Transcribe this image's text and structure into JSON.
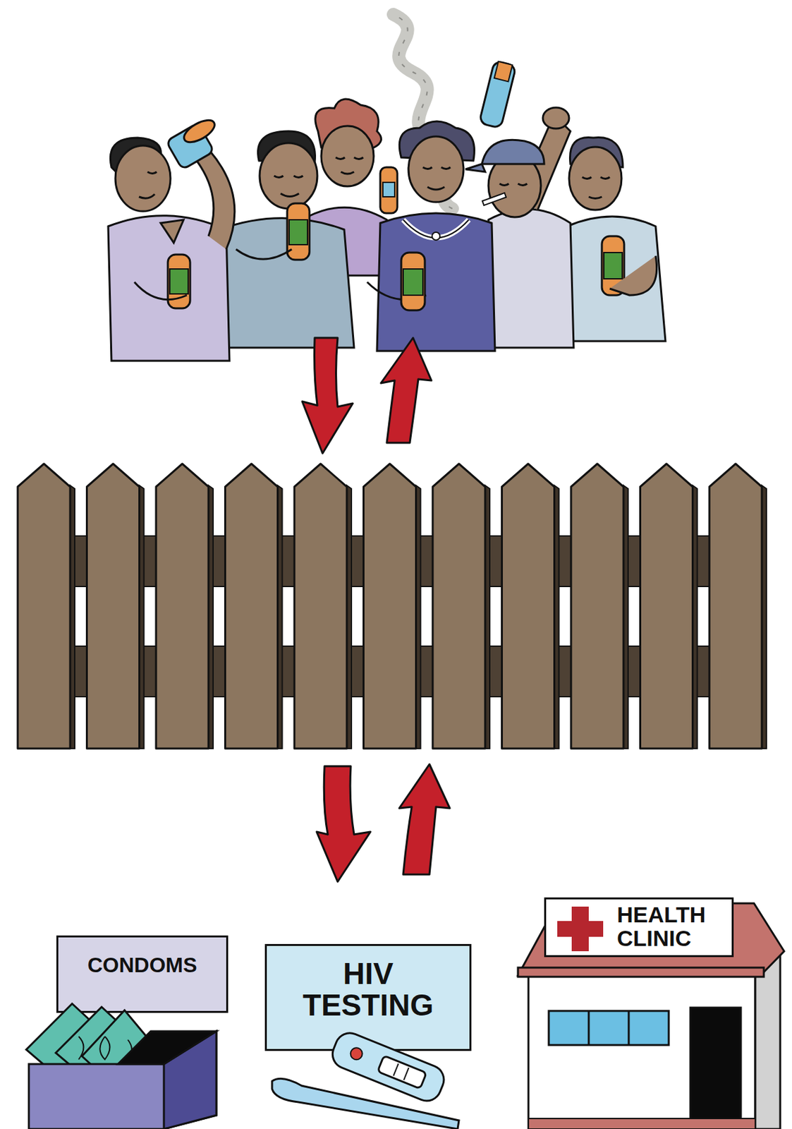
{
  "diagram": {
    "nodes": [
      {
        "text": [
          "CONDOMS"
        ]
      },
      {
        "text": [
          "HIV TESTING"
        ]
      },
      {
        "text": [
          "HEALTH CLINIC"
        ]
      }
    ]
  }
}
